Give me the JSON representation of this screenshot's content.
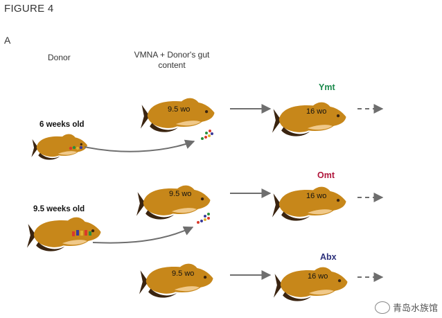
{
  "figure": {
    "title": "FIGURE 4",
    "panel": "A",
    "donor_heading": "Donor",
    "recipient_heading": "VMNA + Donor's gut content"
  },
  "donors": [
    {
      "age_label": "6 weeks old"
    },
    {
      "age_label": "9.5 weeks old"
    }
  ],
  "rows": [
    {
      "recipient_age": "9.5 wo",
      "group": "Ymt",
      "group_color": "#1b8a4c",
      "final_age": "16 wo"
    },
    {
      "recipient_age": "9.5 wo",
      "group": "Omt",
      "group_color": "#b0153a",
      "final_age": "16 wo"
    },
    {
      "recipient_age": "9.5 wo",
      "group": "Abx",
      "group_color": "#2b2f7a",
      "final_age": "16 wo"
    }
  ],
  "colors": {
    "fish_body": "#c7871a",
    "fish_dark": "#3a2410",
    "fish_belly": "#f0c98a",
    "arrow": "#6e6e6e"
  },
  "icons": [
    "fish-icon",
    "gut-content-dots",
    "wechat-icon"
  ],
  "watermark": {
    "text": "青岛水族馆"
  }
}
